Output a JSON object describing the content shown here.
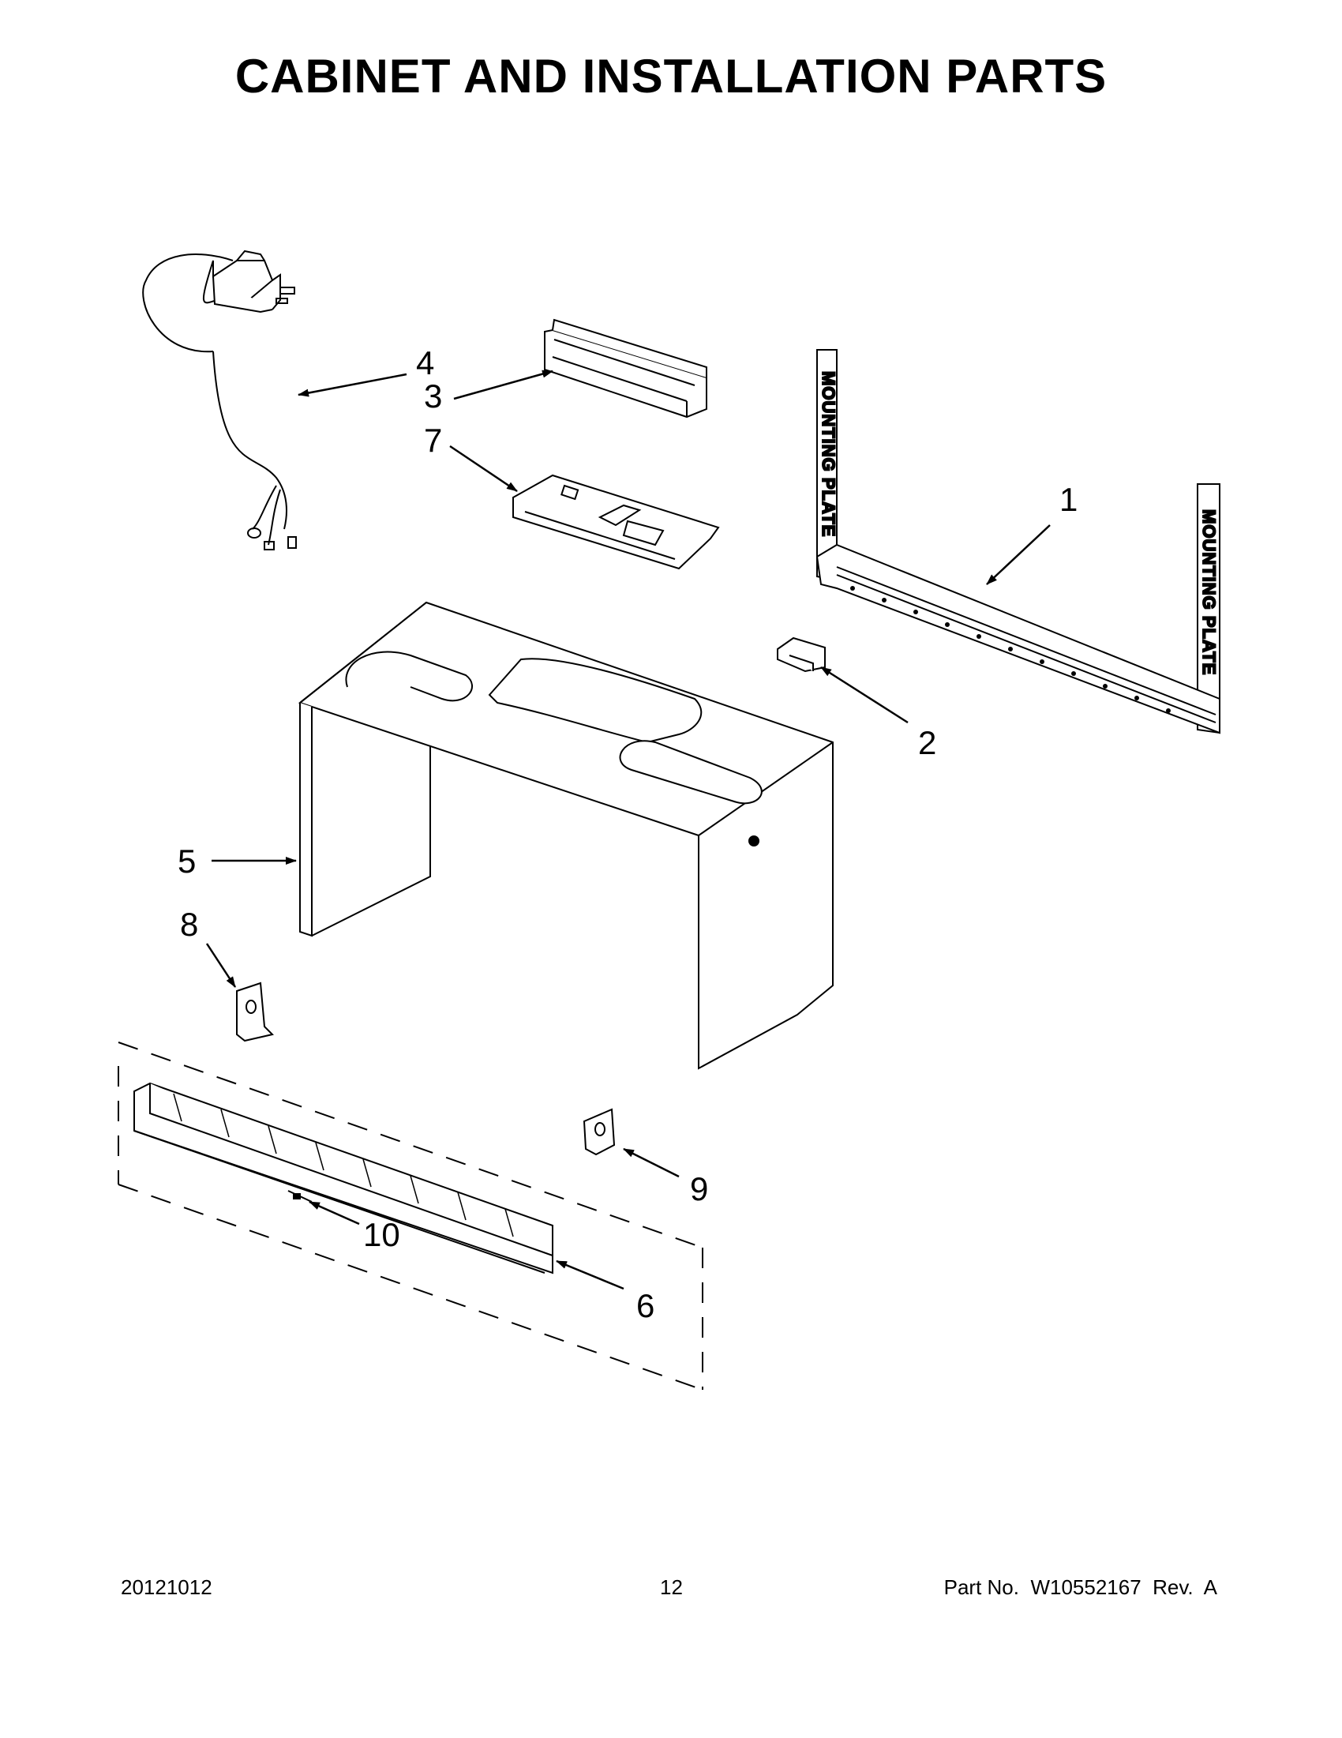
{
  "title": "CABINET AND INSTALLATION PARTS",
  "callouts": {
    "c1": "1",
    "c2": "2",
    "c3": "3",
    "c4": "4",
    "c5": "5",
    "c6": "6",
    "c7": "7",
    "c8": "8",
    "c9": "9",
    "c10": "10"
  },
  "mounting_plate_label": "MOUNTING PLATE",
  "footer": {
    "date": "20121012",
    "page": "12",
    "part_no": "Part No.  W10552167  Rev.  A"
  }
}
